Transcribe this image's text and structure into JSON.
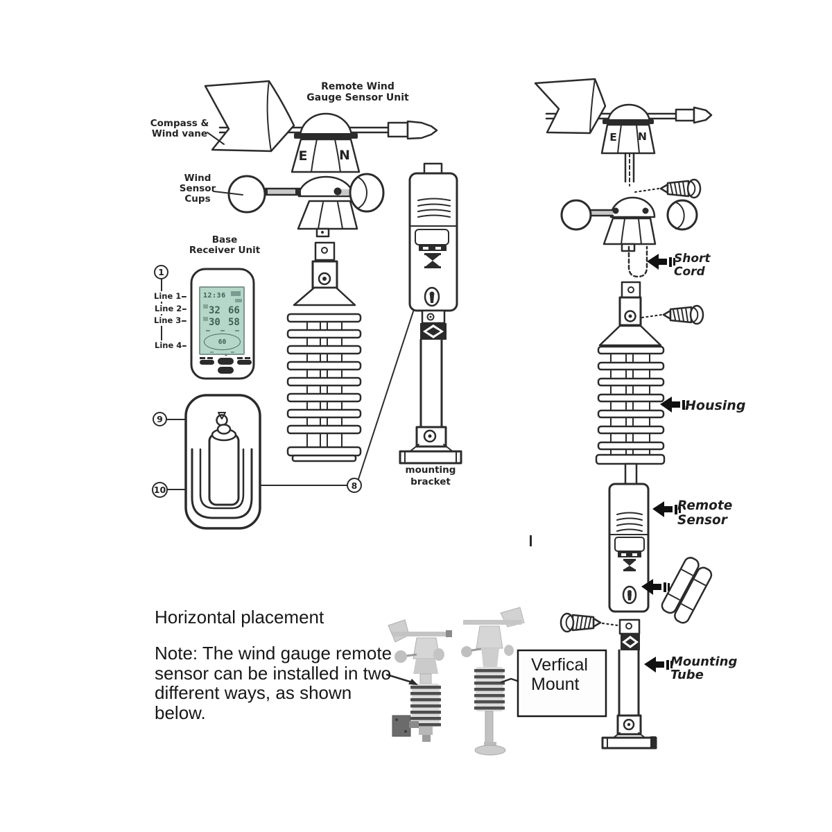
{
  "diagram": {
    "labels": {
      "remote_wind_gauge": "Remote Wind\nGauge Sensor Unit",
      "compass_wind_vane": "Compass &\nWind vane",
      "wind_sensor_cups": "Wind\nSensor\nCups",
      "base_receiver_unit": "Base\nReceiver Unit",
      "mounting_bracket": "mounting\nbracket",
      "short_cord": "Short\nCord",
      "housing": "Housing",
      "remote_sensor": "Remote\nSensor",
      "mounting_tube": "Mounting\nTube"
    },
    "vane_letters": {
      "e": "E",
      "n": "N"
    },
    "callouts": {
      "c1": "1",
      "c8": "8",
      "c9": "9",
      "c10": "10"
    },
    "receiver_lines": [
      "Line 1",
      "Line 2",
      "Line 3",
      "Line 4"
    ],
    "lcd": {
      "time": "12:36",
      "temp_left": "32",
      "temp_right": "66",
      "hum_left": "30",
      "hum_right": "58",
      "dial": "60"
    }
  },
  "bottom": {
    "horizontal_title": "Horizontal placement",
    "note": "Note: The wind gauge remote\nsensor can be installed in two\ndifferent ways, as shown\nbelow.",
    "vertical_mount": "Verfical\nMount"
  },
  "colors": {
    "ink": "#2b2b2b",
    "arrow": "#111111",
    "lcd_bg": "#b5d7c9",
    "lcd_ink": "#3f5f56"
  }
}
